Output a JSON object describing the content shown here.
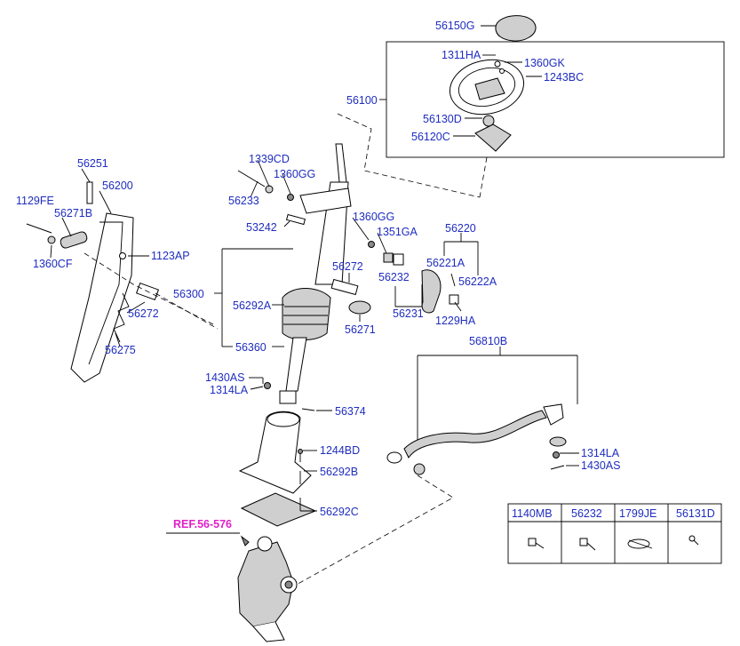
{
  "labels": {
    "l56150G": "56150G",
    "l1311HA": "1311HA",
    "l1360GK": "1360GK",
    "l1243BC": "1243BC",
    "l56100": "56100",
    "l56130D": "56130D",
    "l56120C": "56120C",
    "l1339CD": "1339CD",
    "l1360GG_a": "1360GG",
    "l56233": "56233",
    "l56251": "56251",
    "l56200": "56200",
    "l1129FE": "1129FE",
    "l56271B": "56271B",
    "l1360CF": "1360CF",
    "l1123AP": "1123AP",
    "l53242": "53242",
    "l1360GG_b": "1360GG",
    "l1351GA": "1351GA",
    "l56220": "56220",
    "l56221A": "56221A",
    "l56272_a": "56272",
    "l56232": "56232",
    "l56222A": "56222A",
    "l56300": "56300",
    "l56292A": "56292A",
    "l56272_b": "56272",
    "l56231": "56231",
    "l1229HA": "1229HA",
    "l56271": "56271",
    "l56275": "56275",
    "l56360": "56360",
    "l56810B": "56810B",
    "l1430AS_a": "1430AS",
    "l1314LA_a": "1314LA",
    "l56374": "56374",
    "l1244BD": "1244BD",
    "l1314LA_b": "1314LA",
    "l56292B": "56292B",
    "l1430AS_b": "1430AS",
    "l56292C": "56292C",
    "ref": "REF.56-576"
  },
  "table": {
    "headers": [
      "1140MB",
      "56232",
      "1799JE",
      "56131D"
    ],
    "icons": [
      "bolt-icon",
      "bolt-icon",
      "cable-tie-icon",
      "screw-icon"
    ]
  },
  "colors": {
    "label": "#1f2dbf",
    "reference": "#e020c8",
    "line": "#000000"
  }
}
